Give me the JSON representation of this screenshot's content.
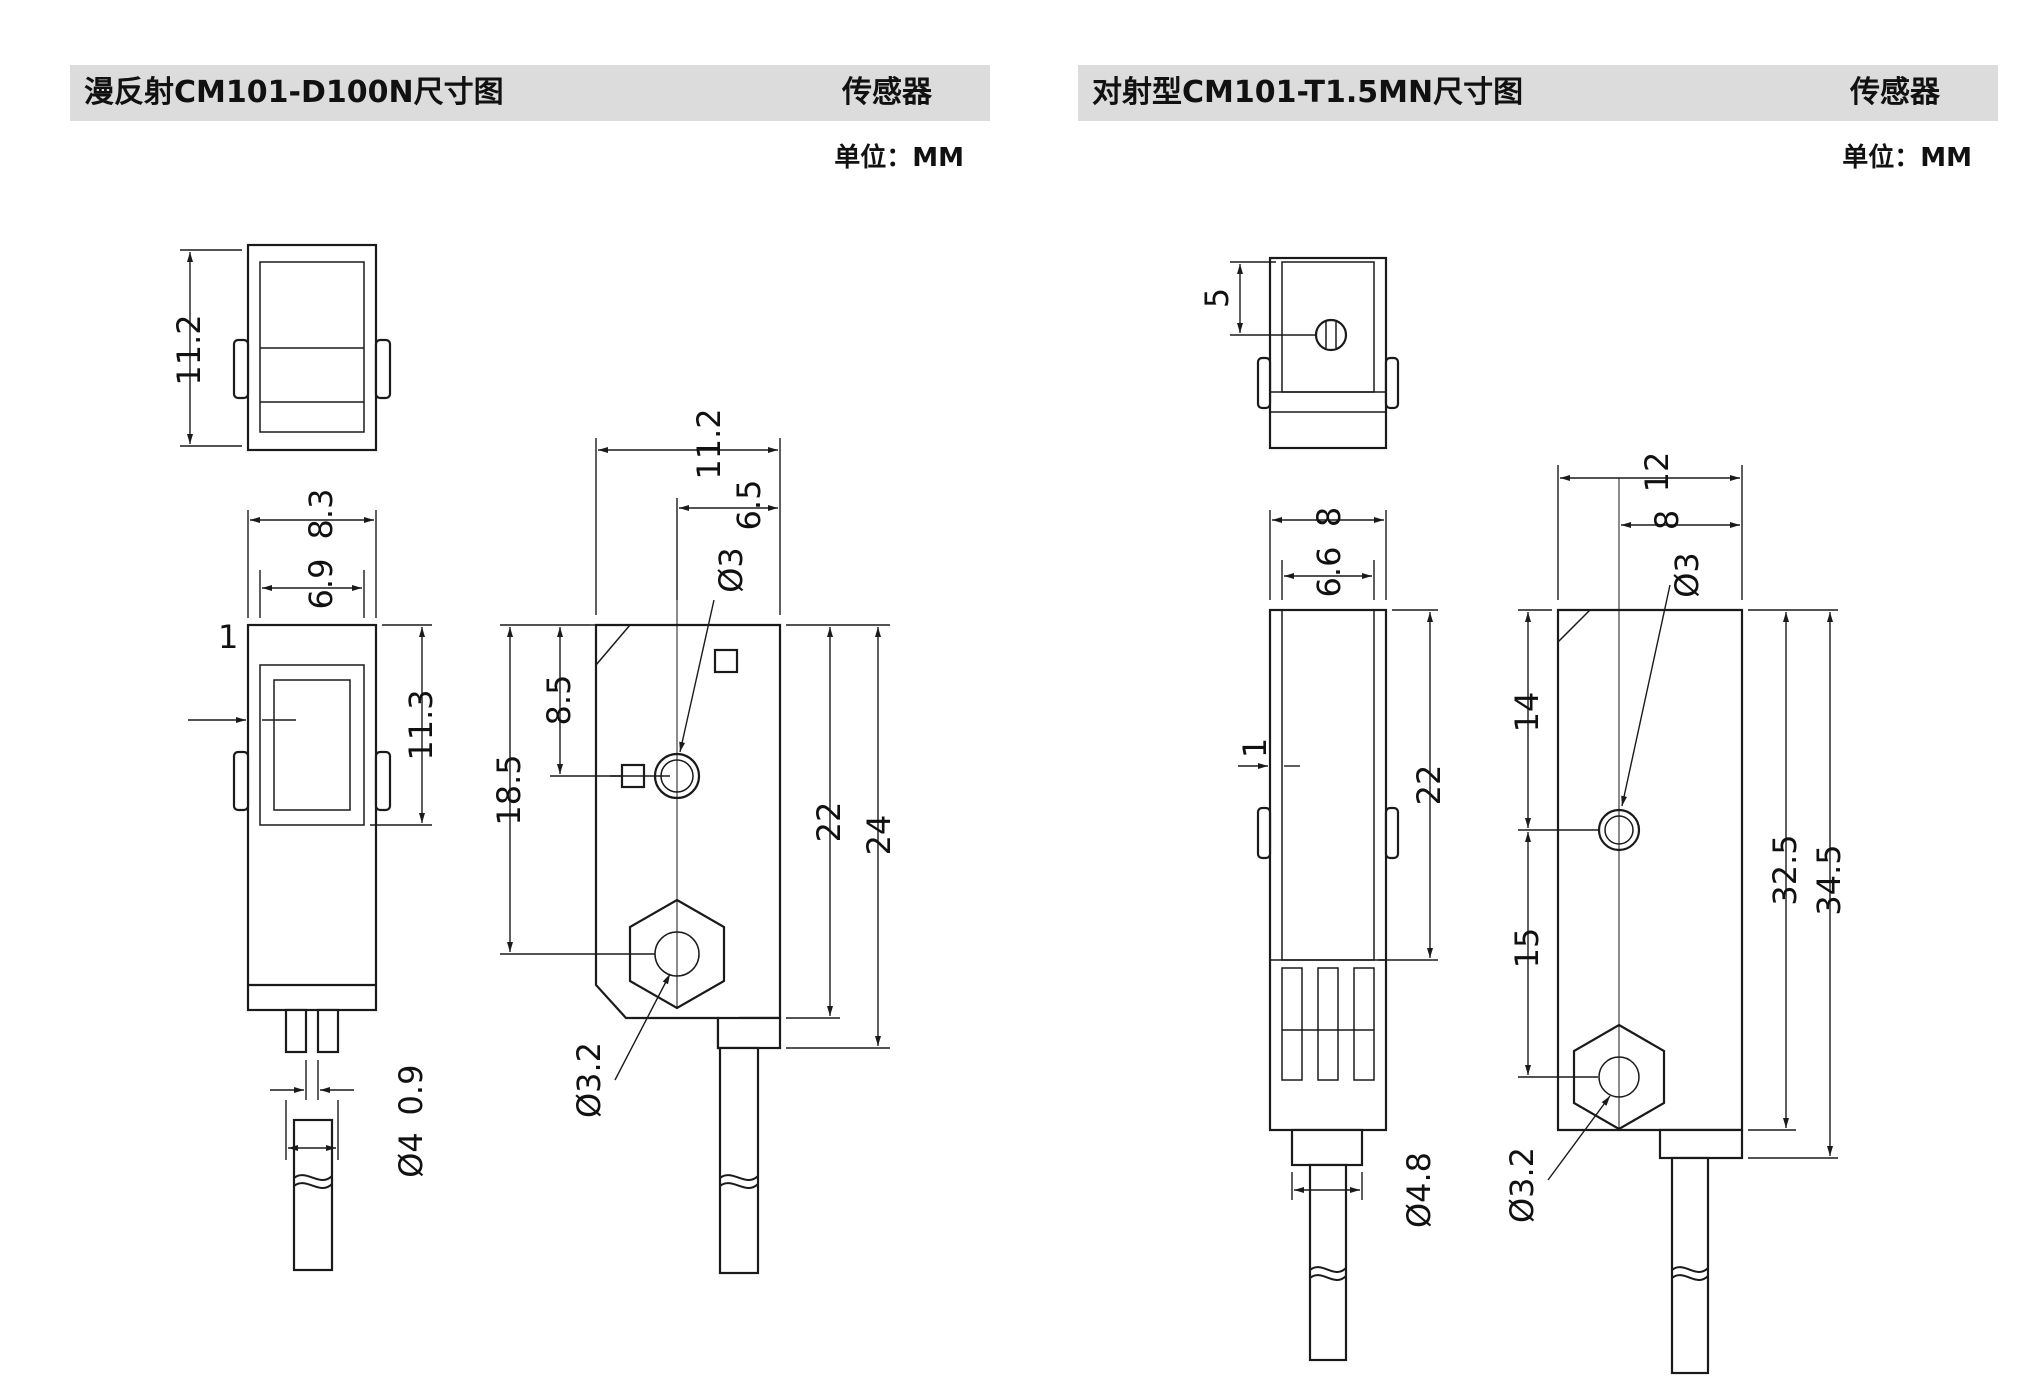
{
  "left": {
    "title": "漫反射CM101-D100N尺寸图",
    "category": "传感器",
    "unit": "单位：MM",
    "dims": {
      "d11_2_top": "11.2",
      "d8_3": "8.3",
      "d6_9": "6.9",
      "d1": "1",
      "d11_3": "11.3",
      "d0_9": "0.9",
      "d4": "Ø4",
      "d11_2_side": "11.2",
      "d6_5": "6.5",
      "d3": "Ø3",
      "d8_5": "8.5",
      "d18_5": "18.5",
      "d22": "22",
      "d24": "24",
      "d3_2": "Ø3.2"
    }
  },
  "right": {
    "title": "对射型CM101-T1.5MN尺寸图",
    "category": "传感器",
    "unit": "单位：MM",
    "dims": {
      "d5": "5",
      "d8_front": "8",
      "d6_6": "6.6",
      "d1": "1",
      "d22": "22",
      "d4_8": "Ø4.8",
      "d12": "12",
      "d8_side": "8",
      "d3": "Ø3",
      "d14": "14",
      "d15": "15",
      "d32_5": "32.5",
      "d34_5": "34.5",
      "d3_2": "Ø3.2"
    }
  }
}
